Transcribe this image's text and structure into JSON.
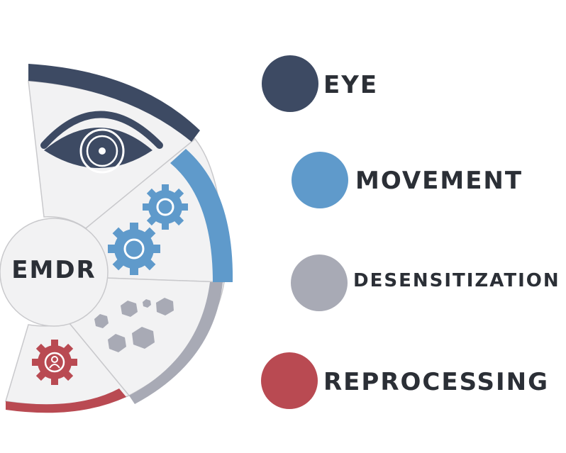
{
  "center": {
    "label": "EMDR"
  },
  "items": [
    {
      "id": "eye",
      "label": "EYE",
      "color": "#3d4a63",
      "icon": "eye-icon"
    },
    {
      "id": "movement",
      "label": "MOVEMENT",
      "color": "#5f9acb",
      "icon": "gears-icon"
    },
    {
      "id": "desensitization",
      "label": "DESENSITIZATION",
      "color": "#a8aab5",
      "icon": "hexagons-icon"
    },
    {
      "id": "reprocessing",
      "label": "REPROCESSING",
      "color": "#b94a52",
      "icon": "person-gear-icon"
    }
  ]
}
